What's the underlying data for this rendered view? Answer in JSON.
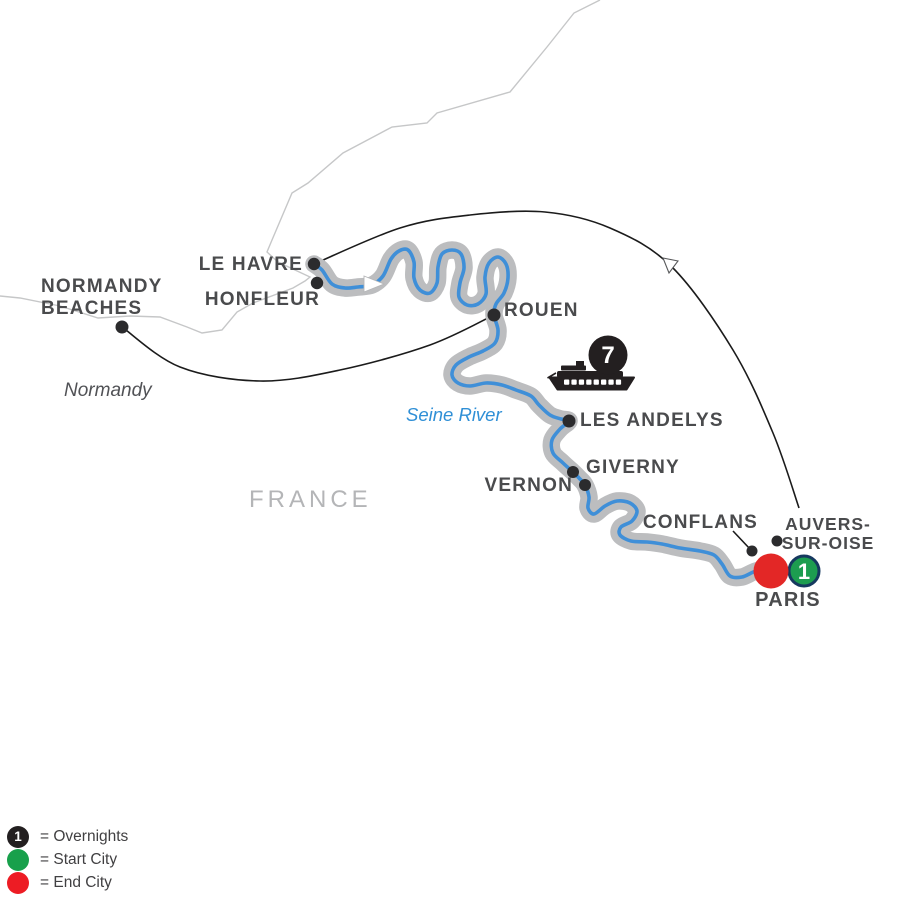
{
  "map_labels": {
    "country": "FRANCE",
    "region": "Normandy",
    "river": "Seine River"
  },
  "cities": {
    "le_havre": "LE HAVRE",
    "honfleur": "HONFLEUR",
    "normandy_beaches_line1": "NORMANDY",
    "normandy_beaches_line2": "BEACHES",
    "rouen": "ROUEN",
    "les_andelys": "LES ANDELYS",
    "giverny": "GIVERNY",
    "vernon": "VERNON",
    "conflans": "CONFLANS",
    "auvers_line1": "AUVERS-",
    "auvers_line2": "SUR-OISE",
    "paris": "PARIS"
  },
  "markers": {
    "paris_overnights": "1",
    "cruise_nights": "7"
  },
  "legend": {
    "overnights_symbol": "1",
    "overnights_label": "= Overnights",
    "start_city_label": "= Start City",
    "end_city_label": "= End City"
  },
  "colors": {
    "river_blue": "#3f8fd8",
    "river_band_gray": "#bcbdbf",
    "coastline_gray": "#c6c7c8",
    "route_line_black": "#1b1b1b",
    "city_dot_black": "#2b2b2d",
    "start_city_green": "#1d9d50",
    "end_city_red": "#e32726",
    "overnight_ring_navy": "#16395f",
    "legend_green": "#18a04b",
    "legend_red": "#ed1c24",
    "label_dark_gray": "#4a4b4d",
    "country_light_gray": "#b4b5b7",
    "river_label_blue": "#2f8fd6"
  }
}
